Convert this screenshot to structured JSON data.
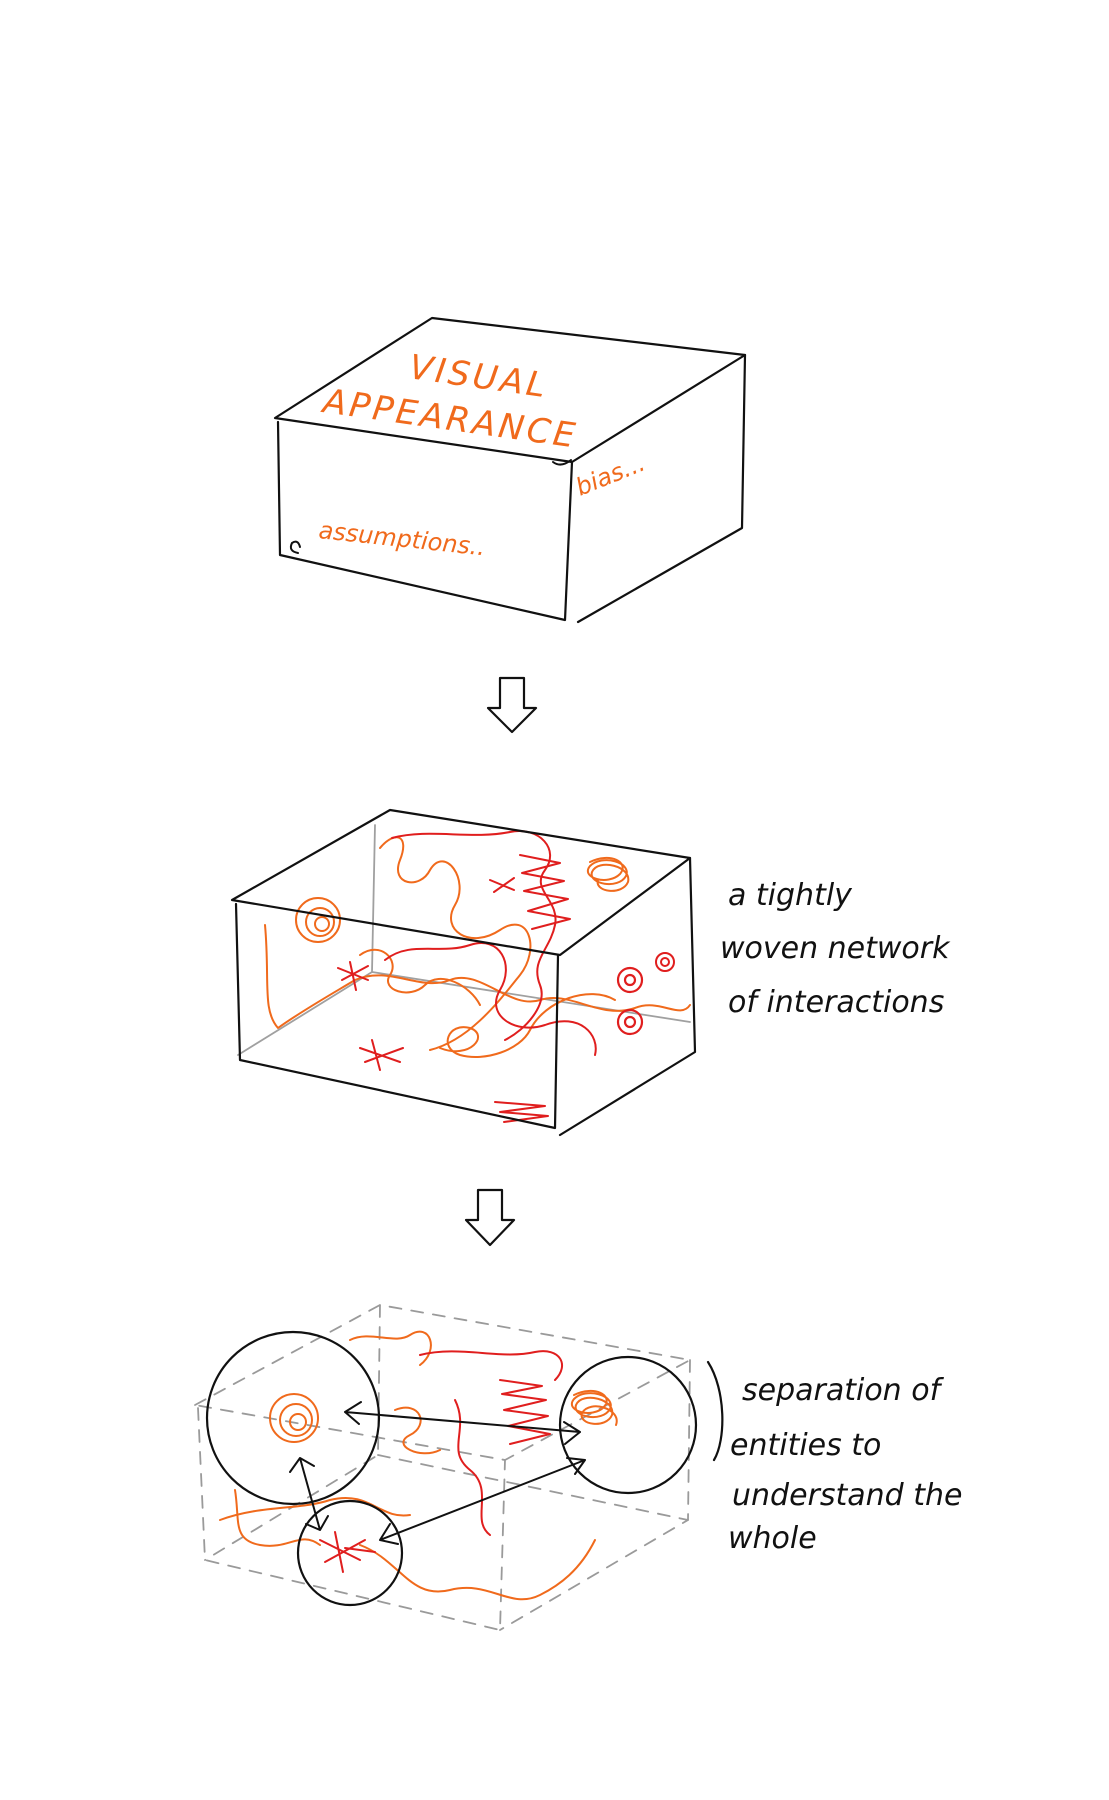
{
  "stage1": {
    "top_line1": "VISUAL",
    "top_line2": "APPEARANCE",
    "front_note": "assumptions..",
    "side_note": "bias..."
  },
  "stage2": {
    "note_line1": "a tightly",
    "note_line2": "woven network",
    "note_line3": "of interactions"
  },
  "stage3": {
    "note_line1": "separation of",
    "note_line2": "entities to",
    "note_line3": "understand the",
    "note_line4": "whole"
  },
  "colors": {
    "ink": "#111111",
    "orange": "#f06a1c",
    "red": "#e01e1e",
    "grey": "#9a9a9a"
  }
}
